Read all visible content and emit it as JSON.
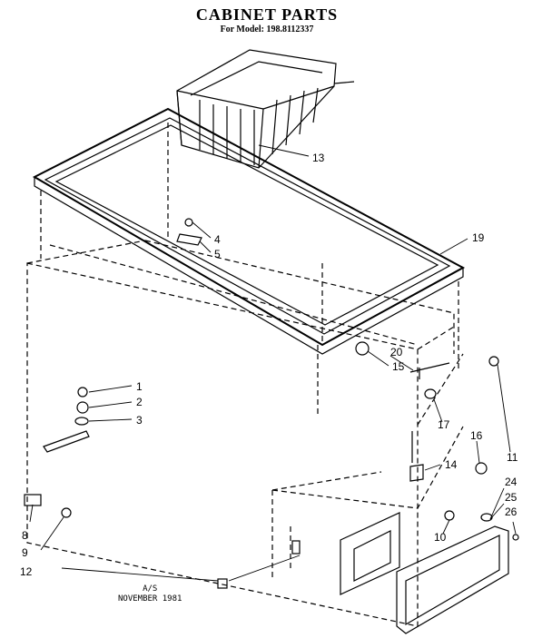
{
  "title": "CABINET PARTS",
  "subtitle": "For Model: 198.8112337",
  "footer_code": "A/S",
  "footer_date": "NOVEMBER 1981",
  "callouts": [
    "1",
    "2",
    "3",
    "4",
    "5",
    "8",
    "9",
    "10",
    "11",
    "12",
    "13",
    "14",
    "15",
    "16",
    "17",
    "19",
    "20",
    "24",
    "25",
    "26"
  ]
}
